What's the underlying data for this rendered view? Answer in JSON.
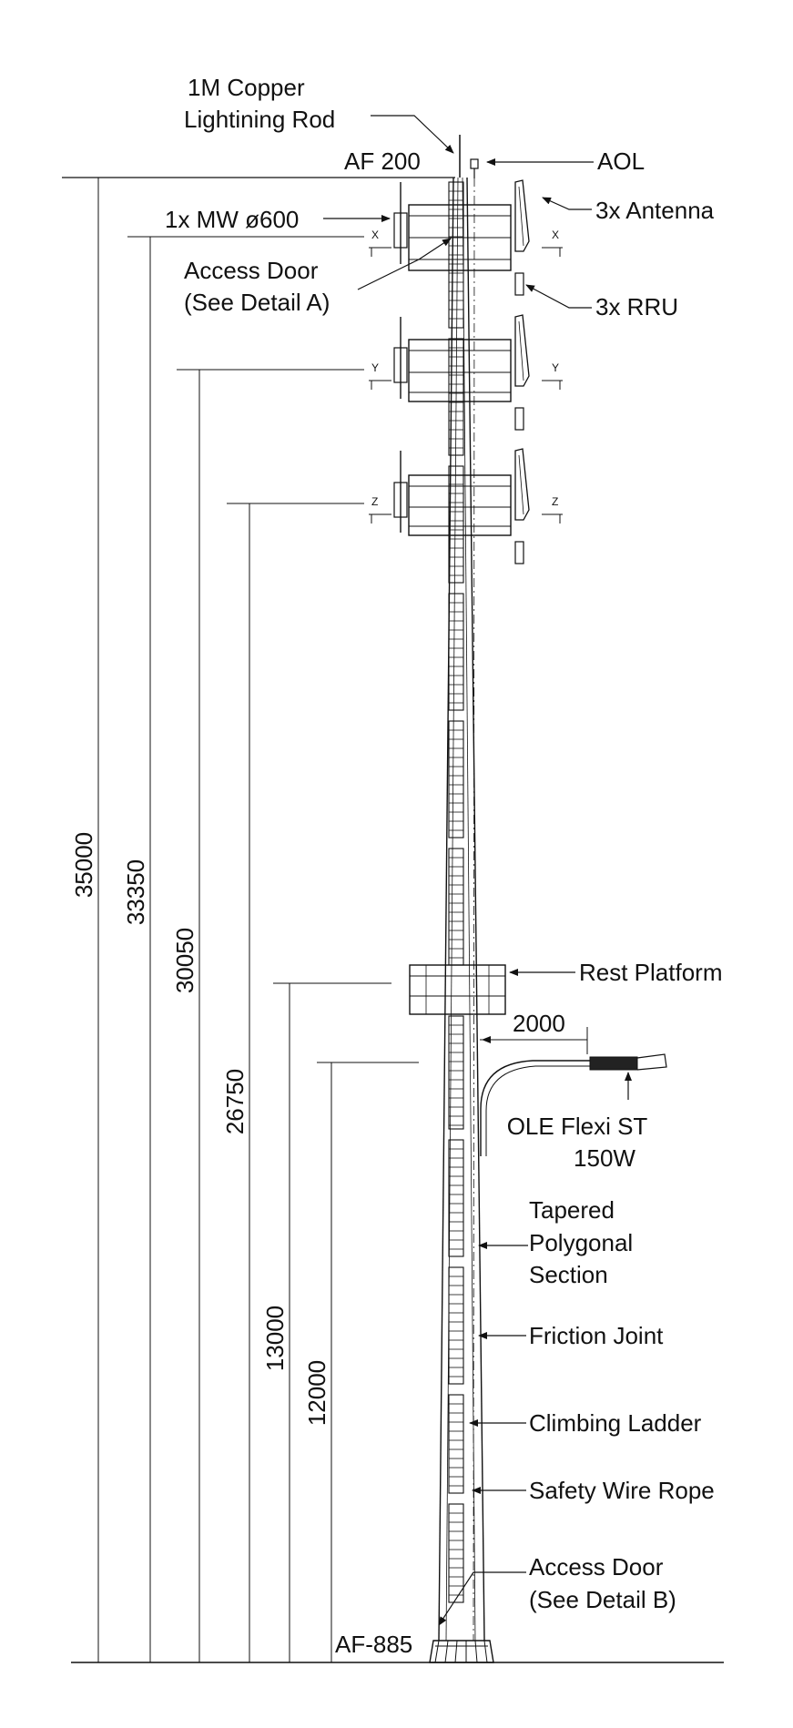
{
  "labels": {
    "lightning_rod": [
      "1M Copper",
      "Lightining Rod"
    ],
    "af_top": "AF 200",
    "aol": "AOL",
    "mw": "1x MW ø600",
    "antenna": "3x Antenna",
    "access_door_a": [
      "Access Door",
      "(See Detail A)"
    ],
    "rru": "3x RRU",
    "rest_platform": "Rest Platform",
    "outreach": "2000",
    "ole": [
      "OLE Flexi ST",
      "150W"
    ],
    "tapered": [
      "Tapered",
      "Polygonal",
      "Section"
    ],
    "friction_joint": "Friction Joint",
    "climbing_ladder": "Climbing Ladder",
    "safety_wire": "Safety Wire Rope",
    "access_door_b": [
      "Access Door",
      "(See Detail B)"
    ],
    "af_bottom": "AF-885"
  },
  "section_marks": [
    "X",
    "Y",
    "Z"
  ],
  "dimensions": [
    "35000",
    "33350",
    "30050",
    "26750",
    "13000",
    "12000"
  ],
  "colors": {
    "line": "#111111",
    "background": "#ffffff"
  }
}
